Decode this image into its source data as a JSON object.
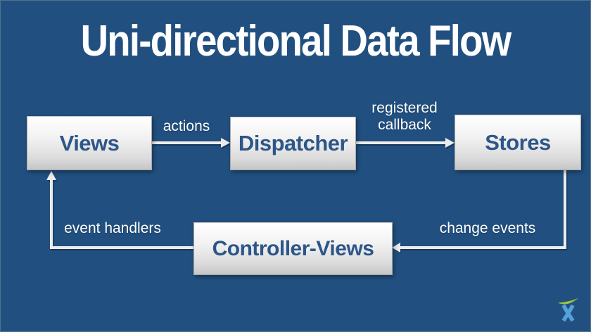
{
  "title": "Uni-directional Data Flow",
  "nodes": [
    {
      "id": "views",
      "label": "Views"
    },
    {
      "id": "dispatcher",
      "label": "Dispatcher"
    },
    {
      "id": "stores",
      "label": "Stores"
    },
    {
      "id": "controller_views",
      "label": "Controller-Views"
    }
  ],
  "edges": [
    {
      "from": "views",
      "to": "dispatcher",
      "label": "actions"
    },
    {
      "from": "dispatcher",
      "to": "stores",
      "label": "registered callback"
    },
    {
      "from": "stores",
      "to": "controller_views",
      "label": "change events"
    },
    {
      "from": "controller_views",
      "to": "views",
      "label": "event handlers"
    }
  ],
  "logo": {
    "icon": "atlassian-logo"
  },
  "colors": {
    "background": "#215080",
    "box_text": "#2d5689",
    "box_top": "#ffffff",
    "box_bottom": "#c6c6c6",
    "arrow": "#ececec",
    "label_text": "#ffffff",
    "logo_green": "#9dc43c",
    "logo_blue": "#55a0d8"
  }
}
